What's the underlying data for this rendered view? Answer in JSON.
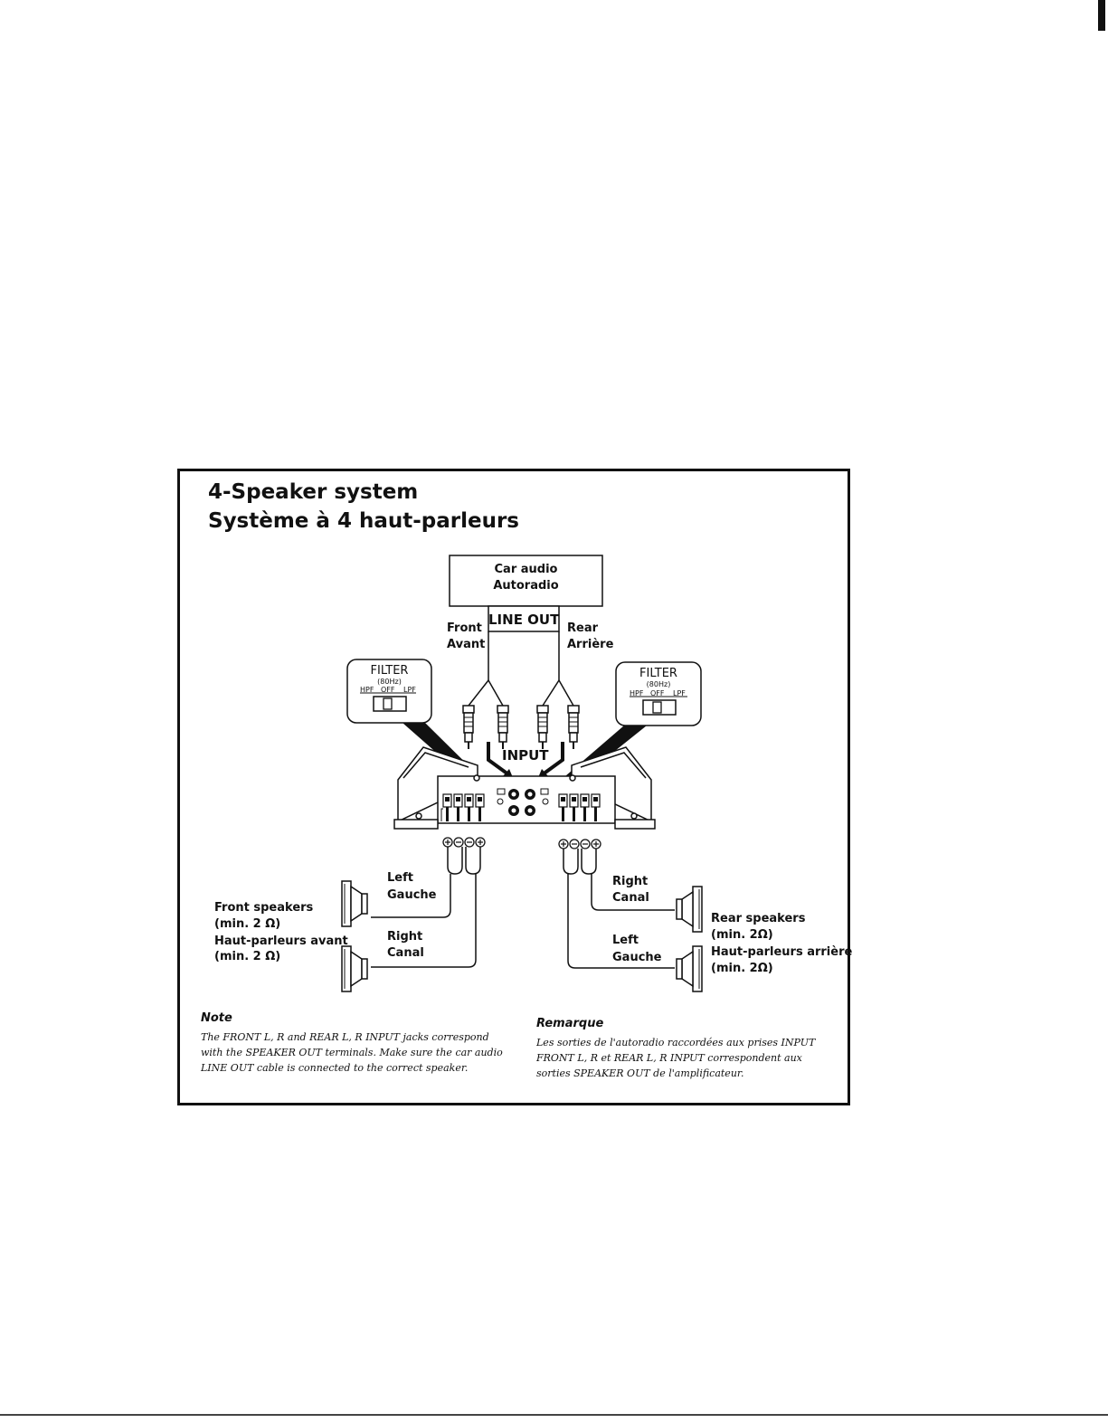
{
  "title_en": "4-Speaker system",
  "title_fr": "Système à 4 haut-parleurs",
  "head_unit": {
    "line1": "Car audio",
    "line2": "Autoradio"
  },
  "line_out": "LINE OUT",
  "front": {
    "en": "Front",
    "fr": "Avant"
  },
  "rear": {
    "en": "Rear",
    "fr": "Arrière"
  },
  "filter": {
    "title": "FILTER",
    "freq": "(80Hz)",
    "hpf": "HPF",
    "off": "OFF",
    "lpf": "LPF"
  },
  "input": "INPUT",
  "left": {
    "en": "Left",
    "fr": "Gauche"
  },
  "right": {
    "en": "Right",
    "fr": "Canal"
  },
  "front_speakers": {
    "line1": "Front speakers",
    "line2": "(min. 2 Ω)",
    "line3": "Haut-parleurs avant",
    "line4": "(min. 2 Ω)"
  },
  "rear_speakers": {
    "line1": "Rear speakers",
    "line2": "(min. 2Ω)",
    "line3": "Haut-parleurs arrière",
    "line4": "(min. 2Ω)"
  },
  "note": {
    "heading": "Note",
    "text": "The FRONT L, R and REAR L, R INPUT jacks correspond with the SPEAKER OUT terminals. Make sure the car audio LINE OUT cable is connected to the correct speaker."
  },
  "remarque": {
    "heading": "Remarque",
    "text": "Les sorties de l'autoradio raccordées aux prises INPUT FRONT L, R et REAR L, R INPUT correspondent aux sorties SPEAKER OUT de l'amplificateur."
  }
}
